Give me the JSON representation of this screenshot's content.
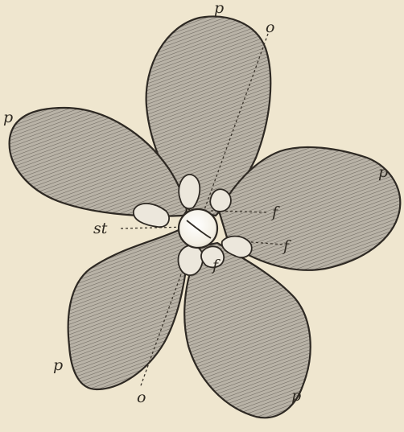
{
  "figure": {
    "labels": {
      "petal": "p",
      "axis": "o",
      "stamen": "st",
      "filament": "f"
    },
    "colors": {
      "paper": "#efe6cf",
      "ink": "#2e2923",
      "petal_fill": "#b6b0a4",
      "center": "#f7f4ec"
    }
  }
}
